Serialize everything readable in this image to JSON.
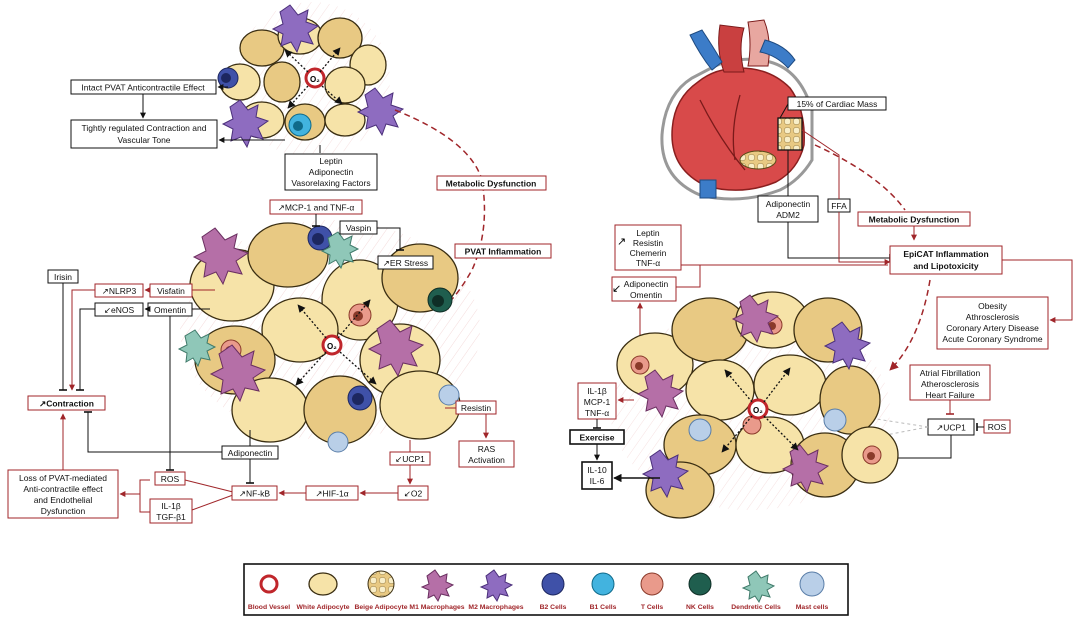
{
  "colors": {
    "accent_red": "#a0262a",
    "adipocyte": "#f6e3a8",
    "beige": "#e8c983",
    "m1": "#b56fa7",
    "m2": "#8e6cc0",
    "b2": "#3f51a8",
    "b1": "#42b3df",
    "tcell": "#e99a8b",
    "nk": "#1f5e4e",
    "dendritic": "#8fc7b8",
    "mast": "#b9cfe8"
  },
  "o2_symbol": "O₂",
  "pvat": {
    "intact_effect": "Intact PVAT Anticontractile Effect",
    "regulated_tone": [
      "Tightly regulated Contraction and",
      "Vascular Tone"
    ],
    "factors": [
      "Leptin",
      "Adiponectin",
      "Vasorelaxing Factors"
    ],
    "metabolic_dysfunction": "Metabolic Dysfunction",
    "inflammation": "PVAT Inflammation",
    "mcp_tnf": "↗MCP-1 and TNF-α",
    "vaspin": "Vaspin",
    "er_stress": "↗ER Stress",
    "irisin": "Irisin",
    "nlrp3": "↗NLRP3",
    "visfatin": "Visfatin",
    "enos": "↙eNOS",
    "omentin": "Omentin",
    "contraction": "↗Contraction",
    "resistin": "Resistin",
    "ras": [
      "RAS",
      "Activation"
    ],
    "adiponectin": "Adiponectin",
    "ucp1": "↙UCP1",
    "loss_effect": [
      "Loss of PVAT-mediated",
      "Anti-contractile effect",
      "and Endothelial",
      "Dysfunction"
    ],
    "ros": "ROS",
    "il_tgf": [
      "IL-1β",
      "TGF-β1"
    ],
    "nfkb": "↗NF-kB",
    "hif": "↗HIF-1α",
    "o2": "↙O2"
  },
  "epicat": {
    "cardiac_mass": "15% of Cardiac Mass",
    "adiponectin_adm2": [
      "Adiponectin",
      "ADM2"
    ],
    "ffa": "FFA",
    "metabolic_dysfunction": "Metabolic Dysfunction",
    "adipokines_up": [
      "Leptin",
      "Resistin",
      "Chemerin",
      "TNF-α"
    ],
    "adipokines_down": [
      "Adiponectin",
      "Omentin"
    ],
    "inflammation": [
      "EpiCAT Inflammation",
      "and Lipotoxicity"
    ],
    "diseases": [
      "Obesity",
      "Athrosclerosis",
      "Coronary Artery Disease",
      "Acute Coronary Syndrome"
    ],
    "atrial": [
      "Atrial Fibrillation",
      "Atherosclerosis",
      "Heart Failure"
    ],
    "ucp1": "↗UCP1",
    "ros": "ROS",
    "cytokines": [
      "IL-1β",
      "MCP-1",
      "TNF-α"
    ],
    "exercise": "Exercise",
    "il10_il6": [
      "IL-10",
      "IL-6"
    ]
  },
  "legend": {
    "items": [
      {
        "label": "Blood Vessel",
        "icon": "blood-vessel-icon"
      },
      {
        "label": "White Adipocyte",
        "icon": "white-adipocyte-icon"
      },
      {
        "label": "Beige Adipocyte",
        "icon": "beige-adipocyte-icon"
      },
      {
        "label": "M1 Macrophages",
        "icon": "m1-macrophage-icon"
      },
      {
        "label": "M2 Macrophages",
        "icon": "m2-macrophage-icon"
      },
      {
        "label": "B2 Cells",
        "icon": "b2-cell-icon"
      },
      {
        "label": "B1 Cells",
        "icon": "b1-cell-icon"
      },
      {
        "label": "T Cells",
        "icon": "t-cell-icon"
      },
      {
        "label": "NK Cells",
        "icon": "nk-cell-icon"
      },
      {
        "label": "Dendretic Cells",
        "icon": "dendritic-cell-icon"
      },
      {
        "label": "Mast cells",
        "icon": "mast-cell-icon"
      }
    ]
  }
}
